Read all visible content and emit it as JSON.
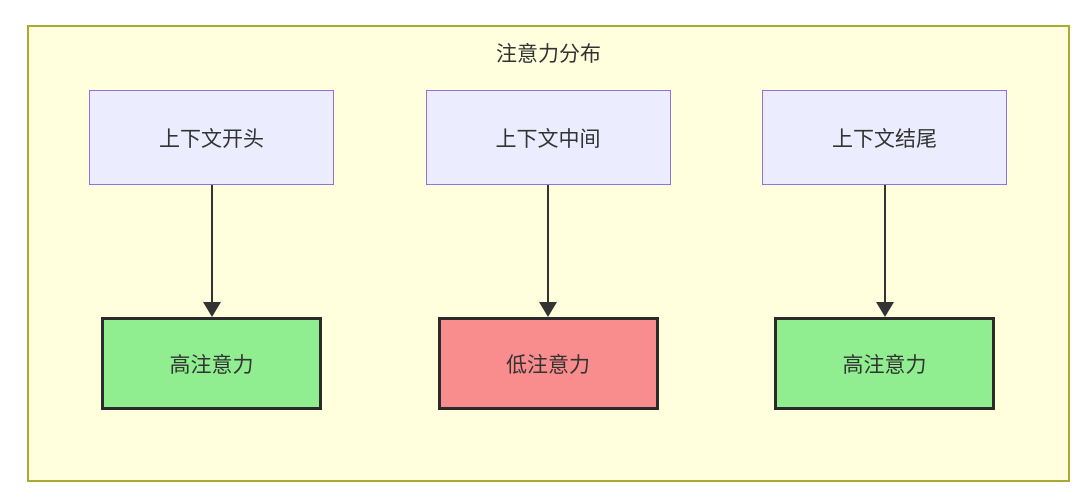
{
  "diagram": {
    "title": "注意力分布",
    "columns": [
      {
        "source": "上下文开头",
        "target": "高注意力",
        "level": "high"
      },
      {
        "source": "上下文中间",
        "target": "低注意力",
        "level": "low"
      },
      {
        "source": "上下文结尾",
        "target": "高注意力",
        "level": "high"
      }
    ],
    "colors": {
      "panel_bg": "#FFFFDE",
      "panel_border": "#AAAA33",
      "source_fill": "#ECECFF",
      "source_border": "#9370DB",
      "high_attention_fill": "#90EE90",
      "low_attention_fill": "#F98C8C",
      "target_border": "#2b2b2b",
      "arrow": "#333333",
      "text": "#333333"
    }
  }
}
